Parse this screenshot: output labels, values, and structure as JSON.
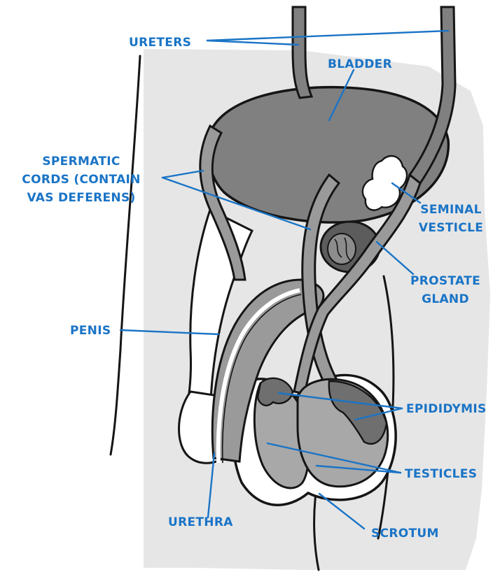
{
  "labels": {
    "ureters": "URETERS",
    "bladder": "BLADDER",
    "spermatic_1": "SPERMATIC",
    "spermatic_2": "CORDS (CONTAIN",
    "spermatic_3": "VAS DEFERENS)",
    "seminal_1": "SEMINAL",
    "seminal_2": "VESTICLE",
    "prostate_1": "PROSTATE",
    "prostate_2": "GLAND",
    "penis": "PENIS",
    "epididymis": "EPIDIDYMIS",
    "testicles": "TESTICLES",
    "urethra": "URETHRA",
    "scrotum": "SCROTUM"
  },
  "colors": {
    "label": "#1a74c6",
    "background_body": "#e6e6e6",
    "organ_dark": "#808080",
    "organ_mid": "#9a9a9a",
    "organ_light": "#c8c8c8",
    "outline": "#151515"
  }
}
